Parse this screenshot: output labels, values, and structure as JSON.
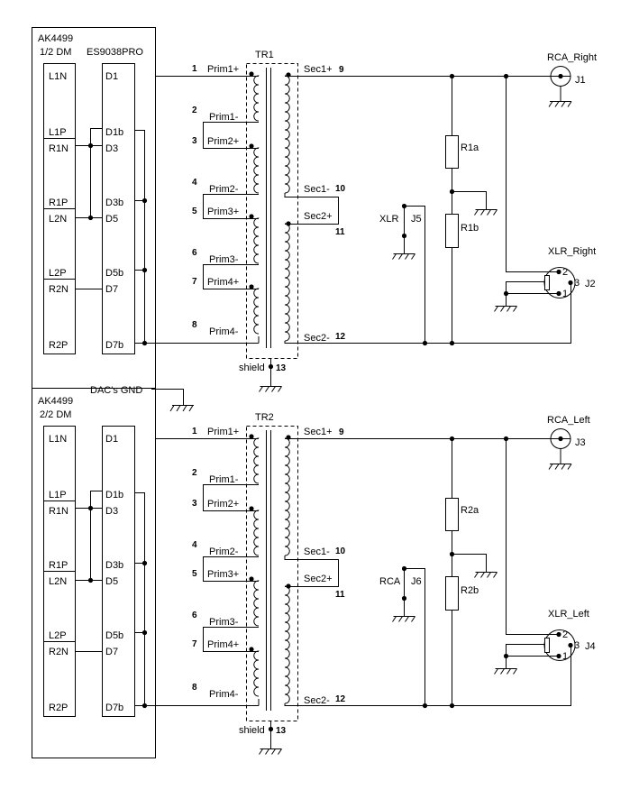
{
  "dac": {
    "top": {
      "title_line1": "AK4499",
      "title_line2": "1/2 DM",
      "pins": [
        "L1N",
        "L1P",
        "R1N",
        "R1P",
        "L2N",
        "L2P",
        "R2N",
        "R2P"
      ]
    },
    "bottom": {
      "title_line1": "AK4499",
      "title_line2": "2/2 DM",
      "pins": [
        "L1N",
        "L1P",
        "R1N",
        "R1P",
        "L2N",
        "L2P",
        "R2N",
        "R2P"
      ]
    },
    "es_title": "ES9038PRO",
    "es_pins": [
      "D1",
      "D1b",
      "D3",
      "D3b",
      "D5",
      "D5b",
      "D7",
      "D7b"
    ],
    "gnd_label": "DAC's GND"
  },
  "transformer": {
    "tr1": "TR1",
    "tr2": "TR2",
    "prim": [
      {
        "num": "1",
        "label": "Prim1+"
      },
      {
        "num": "2",
        "label": "Prim1-"
      },
      {
        "num": "3",
        "label": "Prim2+"
      },
      {
        "num": "4",
        "label": "Prim2-"
      },
      {
        "num": "5",
        "label": "Prim3+"
      },
      {
        "num": "6",
        "label": "Prim3-"
      },
      {
        "num": "7",
        "label": "Prim4+"
      },
      {
        "num": "8",
        "label": "Prim4-"
      }
    ],
    "sec": [
      {
        "num": "9",
        "label": "Sec1+"
      },
      {
        "num": "10",
        "label": "Sec1-"
      },
      {
        "num": "11",
        "label": "Sec2+"
      },
      {
        "num": "12",
        "label": "Sec2-"
      }
    ],
    "shield": "shield",
    "shield_num": "13"
  },
  "output_top": {
    "rca_name": "RCA_Right",
    "rca_ref": "J1",
    "xlr_name": "XLR_Right",
    "xlr_ref": "J2",
    "aux_name": "XLR",
    "aux_ref": "J5",
    "r_a": "R1a",
    "r_b": "R1b"
  },
  "output_bottom": {
    "rca_name": "RCA_Left",
    "rca_ref": "J3",
    "xlr_name": "XLR_Left",
    "xlr_ref": "J4",
    "aux_name": "RCA",
    "aux_ref": "J6",
    "r_a": "R2a",
    "r_b": "R2b"
  },
  "xlr_pins": [
    "2",
    "3",
    "1"
  ]
}
